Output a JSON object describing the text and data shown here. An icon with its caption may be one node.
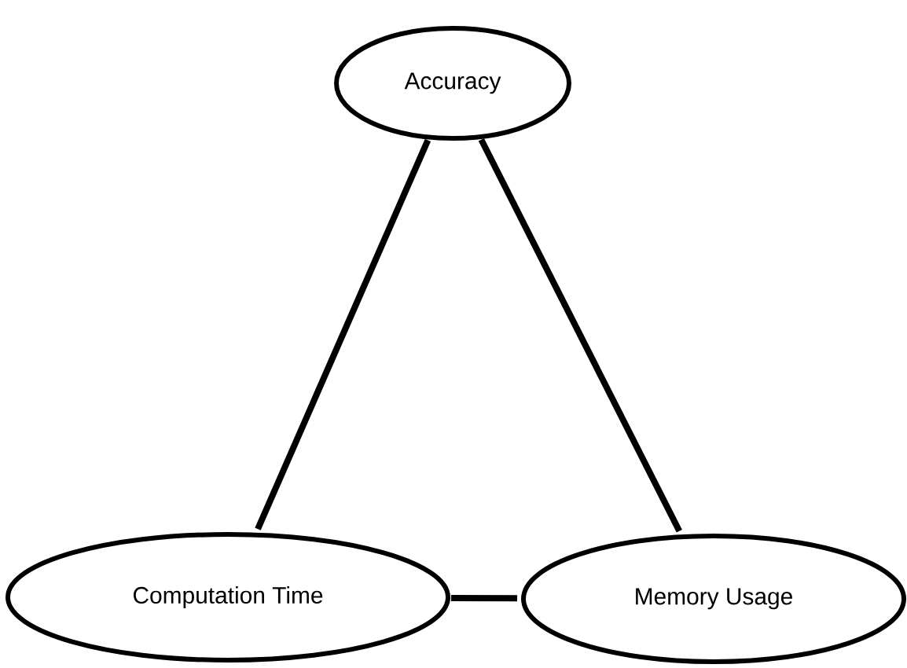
{
  "diagram": {
    "nodes": [
      {
        "text": [
          "Accuracy"
        ]
      },
      {
        "text": [
          "Computation Time"
        ]
      },
      {
        "text": [
          "Memory Usage"
        ]
      }
    ],
    "edges": [
      {
        "from": 0,
        "to": 1,
        "arrow": "none"
      },
      {
        "from": 0,
        "to": 2,
        "arrow": "none"
      },
      {
        "from": 1,
        "to": 2,
        "arrow": "none"
      }
    ]
  }
}
